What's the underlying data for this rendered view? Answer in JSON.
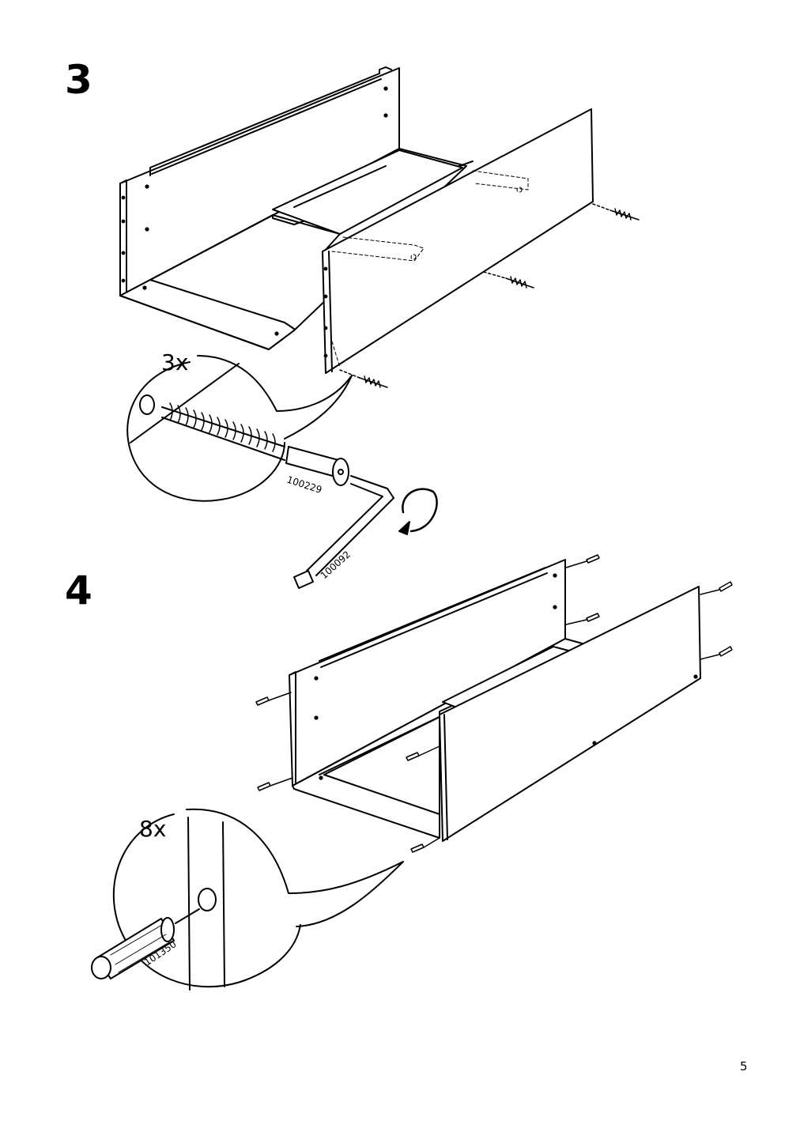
{
  "steps": [
    {
      "number": "3",
      "detail": {
        "quantity": "3x",
        "parts": [
          "100229",
          "100092"
        ]
      }
    },
    {
      "number": "4",
      "detail": {
        "quantity": "8x",
        "parts": [
          "101350"
        ]
      }
    }
  ],
  "page_number": "5"
}
